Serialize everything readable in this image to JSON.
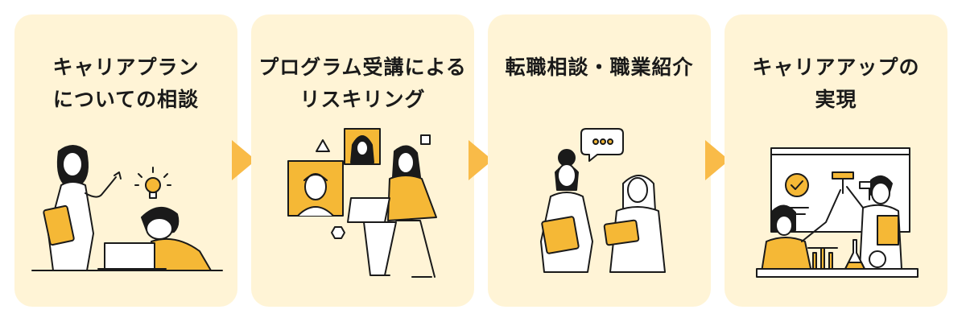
{
  "steps": [
    {
      "title_lines": [
        "キャリアプラン",
        "についての相談"
      ]
    },
    {
      "title_lines": [
        "プログラム受講による",
        "リスキリング"
      ]
    },
    {
      "title_lines": [
        "転職相談・職業紹介"
      ]
    },
    {
      "title_lines": [
        "キャリアアップの",
        "実現"
      ]
    }
  ],
  "colors": {
    "card_bg": "#fff4d6",
    "accent": "#f5b836",
    "arrow": "#f9bb48",
    "ink": "#1a1a1a"
  },
  "icons": {
    "step1": "consultation-illustration",
    "step2": "online-learning-illustration",
    "step3": "job-consultation-illustration",
    "step4": "career-success-illustration"
  }
}
